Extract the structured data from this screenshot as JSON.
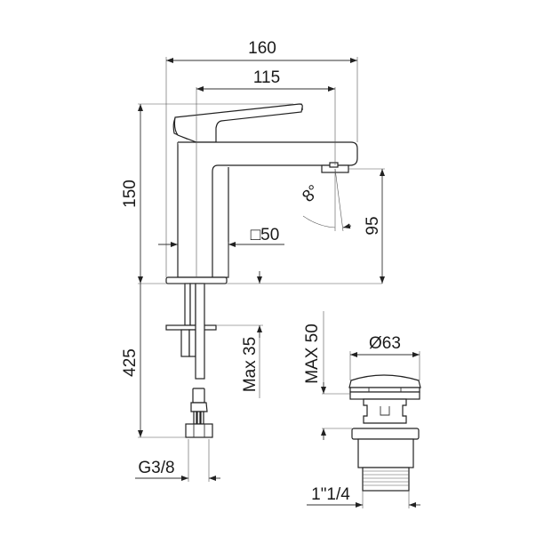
{
  "drawing": {
    "title": "Basin mixer technical drawing",
    "dimensions": {
      "overall_width": "160",
      "spout_reach": "115",
      "height": "150",
      "spout_height": "95",
      "base_size": "□50",
      "angle": "8°",
      "max_deck_thickness": "Max 35",
      "hose_length": "425",
      "hose_connection": "G3/8",
      "waste_diameter": "Ø63",
      "waste_max_thickness": "MAX 50",
      "waste_thread": "1\"1/4"
    }
  },
  "colors": {
    "line": "#333333",
    "text": "#1a1a1a",
    "background": "#ffffff"
  }
}
